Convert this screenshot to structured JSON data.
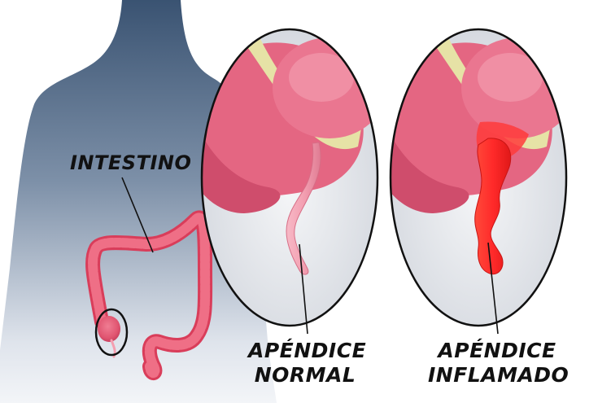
{
  "labels": {
    "intestine": "INTESTINO",
    "normal": {
      "line1": "APÉNDICE",
      "line2": "NORMAL"
    },
    "inflamed": {
      "line1": "APÉNDICE",
      "line2": "INFLAMADO"
    }
  },
  "colors": {
    "silhouette_top": "#3f5877",
    "silhouette_bottom": "#e8ecf2",
    "intestine": "#e8556b",
    "caecum": "#e9667e",
    "appendix_normal": "#f2a2b2",
    "appendix_inflamed": "#ff2a2a",
    "fat_band": "#e6e2a6",
    "circle_stroke": "#111111"
  }
}
